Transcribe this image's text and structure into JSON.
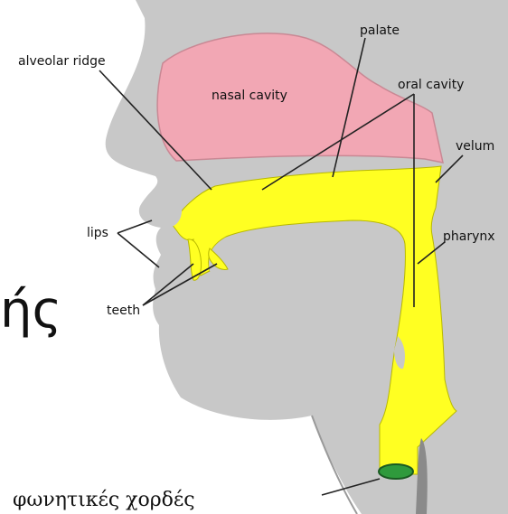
{
  "labels": {
    "palate": "palate",
    "alveolar_ridge": "alveolar ridge",
    "nasal_cavity": "nasal cavity",
    "oral_cavity": "oral cavity",
    "velum": "velum",
    "lips": "lips",
    "pharynx": "pharynx",
    "teeth": "teeth",
    "vocal_cords": "φωνητικές χορδές",
    "fragment": "ής"
  },
  "colors": {
    "head": "#c8c8c8",
    "head_outline": "#9a9a9a",
    "nasal": "#f2a7b4",
    "tract": "#ffff22",
    "tract_outline": "#b8b800",
    "cords": "#2f9a3c"
  }
}
